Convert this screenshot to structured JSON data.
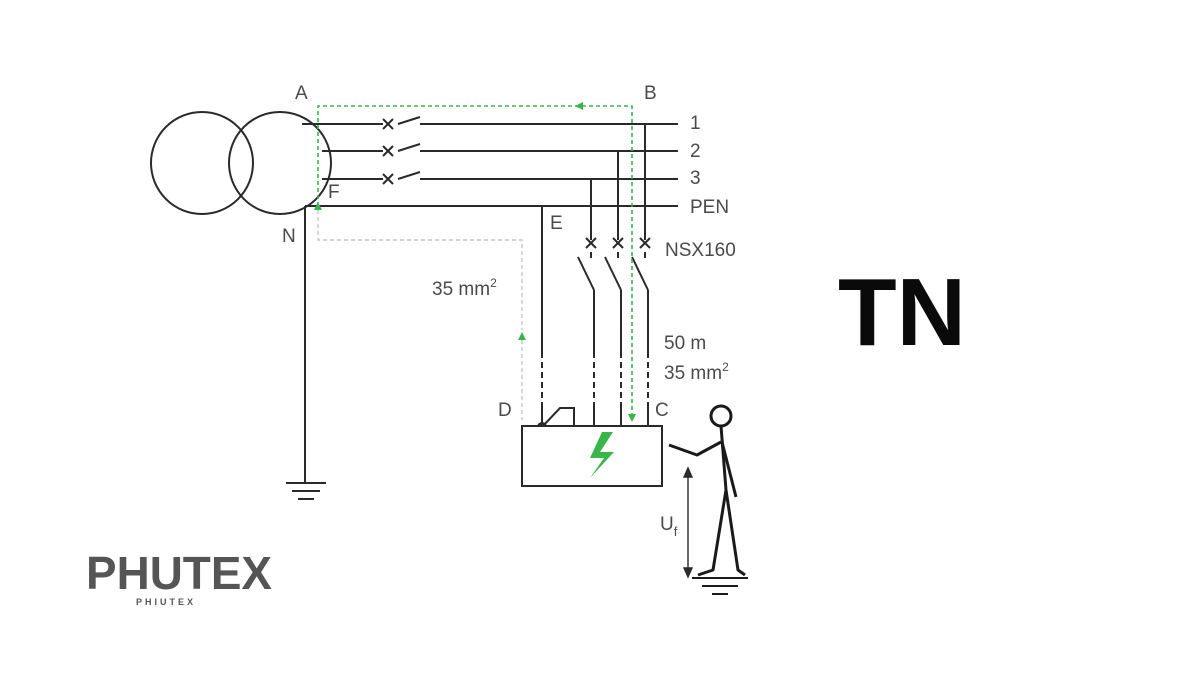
{
  "labels": {
    "point_a": "A",
    "point_b": "B",
    "point_c": "C",
    "point_d": "D",
    "point_e": "E",
    "point_f": "F",
    "neutral_n": "N",
    "line_1": "1",
    "line_2": "2",
    "line_3": "3",
    "pen": "PEN",
    "breaker": "NSX160",
    "pe_section": "35 mm",
    "pe_section_sup": "2",
    "cable_length": "50 m",
    "cable_section": "35 mm",
    "cable_section_sup": "2",
    "touch_voltage": "U",
    "touch_voltage_sub": "f"
  },
  "title": "TN",
  "logo": {
    "wordmark": "PHUTEX",
    "subtext": "PHIUTEX"
  },
  "colors": {
    "fault_path": "#39b54a",
    "return_path": "#c4c4c4",
    "wiring": "#2a2a2a",
    "title": "#0a0a0a"
  }
}
